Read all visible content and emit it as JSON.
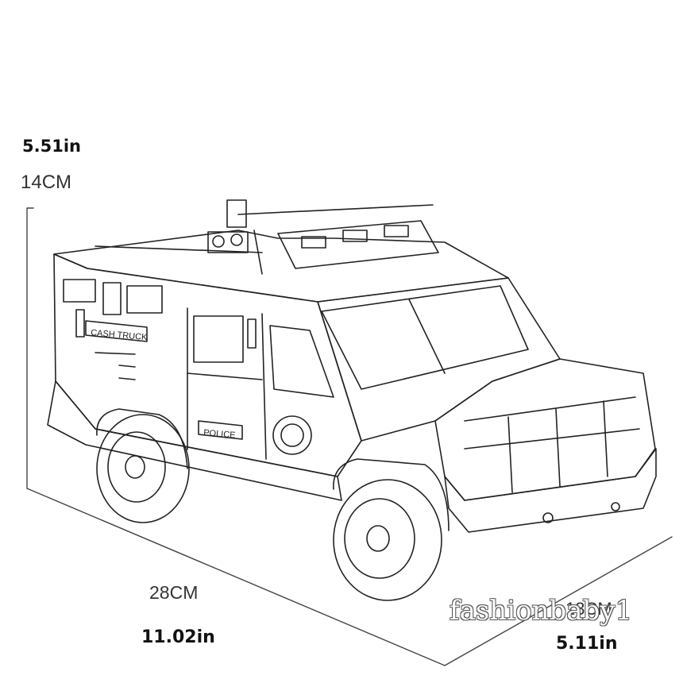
{
  "dimensions": {
    "height_in": "5.51in",
    "height_cm": "14CM",
    "length_cm": "28CM",
    "length_in": "11.02in",
    "width_cm": "13CM",
    "width_in": "5.11in"
  },
  "vehicle": {
    "side_decal": "CASH TRUCK",
    "door_decal": "POLICE"
  },
  "watermark": "fashionbaby1",
  "colors": {
    "background": "#ffffff",
    "line": "#222222",
    "label": "#111111"
  }
}
